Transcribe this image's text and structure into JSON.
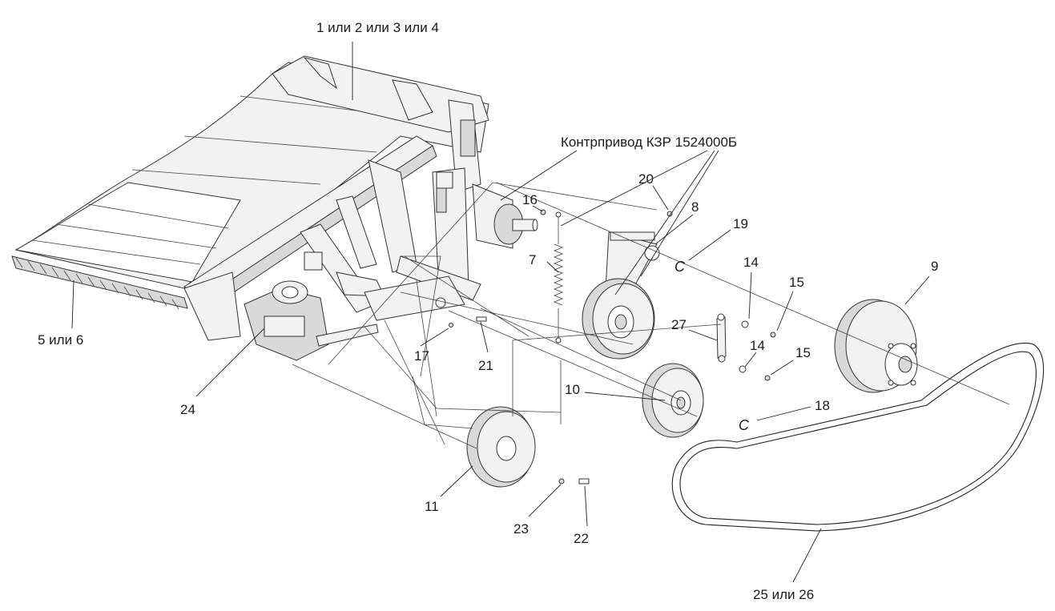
{
  "callouts": {
    "c1234": "1 или 2 или 3 или 4",
    "c56": "5 или 6",
    "contra": "Контрпривод КЗР 1524000Б",
    "c7": "7",
    "c8": "8",
    "c9": "9",
    "c10": "10",
    "c11": "11",
    "c14a": "14",
    "c14b": "14",
    "c15a": "15",
    "c15b": "15",
    "c16": "16",
    "c17": "17",
    "c18": "18",
    "c19": "19",
    "c20": "20",
    "c21": "21",
    "c22": "22",
    "c23": "23",
    "c24": "24",
    "c2526": "25 или 26",
    "c27": "27",
    "cMark1": "C",
    "cMark2": "C"
  }
}
